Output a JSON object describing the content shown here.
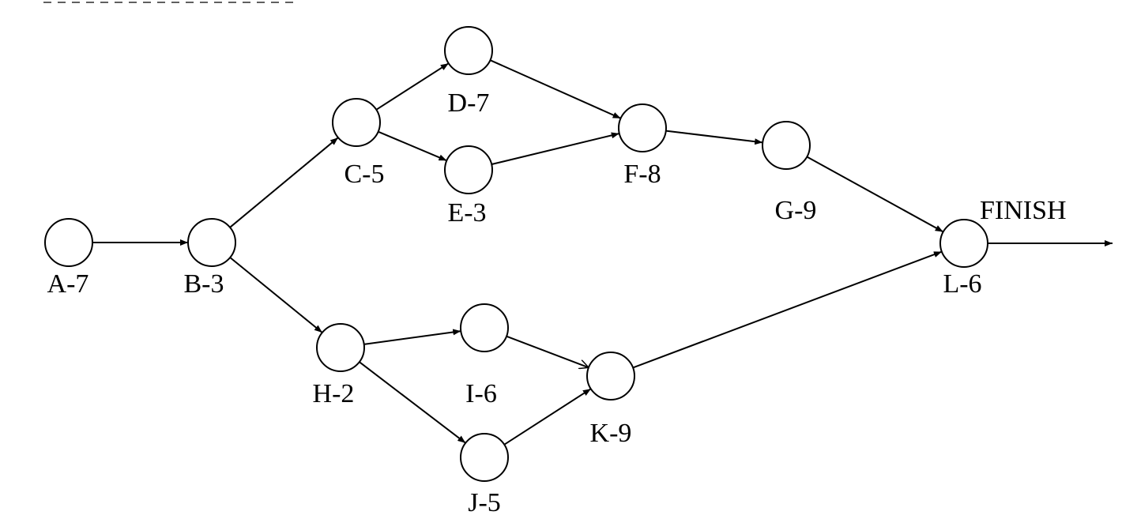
{
  "diagram": {
    "nodes": [
      {
        "id": "A",
        "label": "A-7"
      },
      {
        "id": "B",
        "label": "B-3"
      },
      {
        "id": "C",
        "label": "C-5"
      },
      {
        "id": "D",
        "label": "D-7"
      },
      {
        "id": "E",
        "label": "E-3"
      },
      {
        "id": "F",
        "label": "F-8"
      },
      {
        "id": "G",
        "label": "G-9"
      },
      {
        "id": "H",
        "label": "H-2"
      },
      {
        "id": "I",
        "label": "I-6"
      },
      {
        "id": "J",
        "label": "J-5"
      },
      {
        "id": "K",
        "label": "K-9"
      },
      {
        "id": "L",
        "label": "L-6"
      }
    ],
    "edges": [
      {
        "from": "A",
        "to": "B"
      },
      {
        "from": "B",
        "to": "C"
      },
      {
        "from": "B",
        "to": "H"
      },
      {
        "from": "C",
        "to": "D"
      },
      {
        "from": "C",
        "to": "E"
      },
      {
        "from": "D",
        "to": "F"
      },
      {
        "from": "E",
        "to": "F"
      },
      {
        "from": "F",
        "to": "G"
      },
      {
        "from": "G",
        "to": "L"
      },
      {
        "from": "H",
        "to": "I"
      },
      {
        "from": "H",
        "to": "J"
      },
      {
        "from": "I",
        "to": "K"
      },
      {
        "from": "J",
        "to": "K"
      },
      {
        "from": "K",
        "to": "L"
      }
    ],
    "finish_label": "FINISH"
  }
}
